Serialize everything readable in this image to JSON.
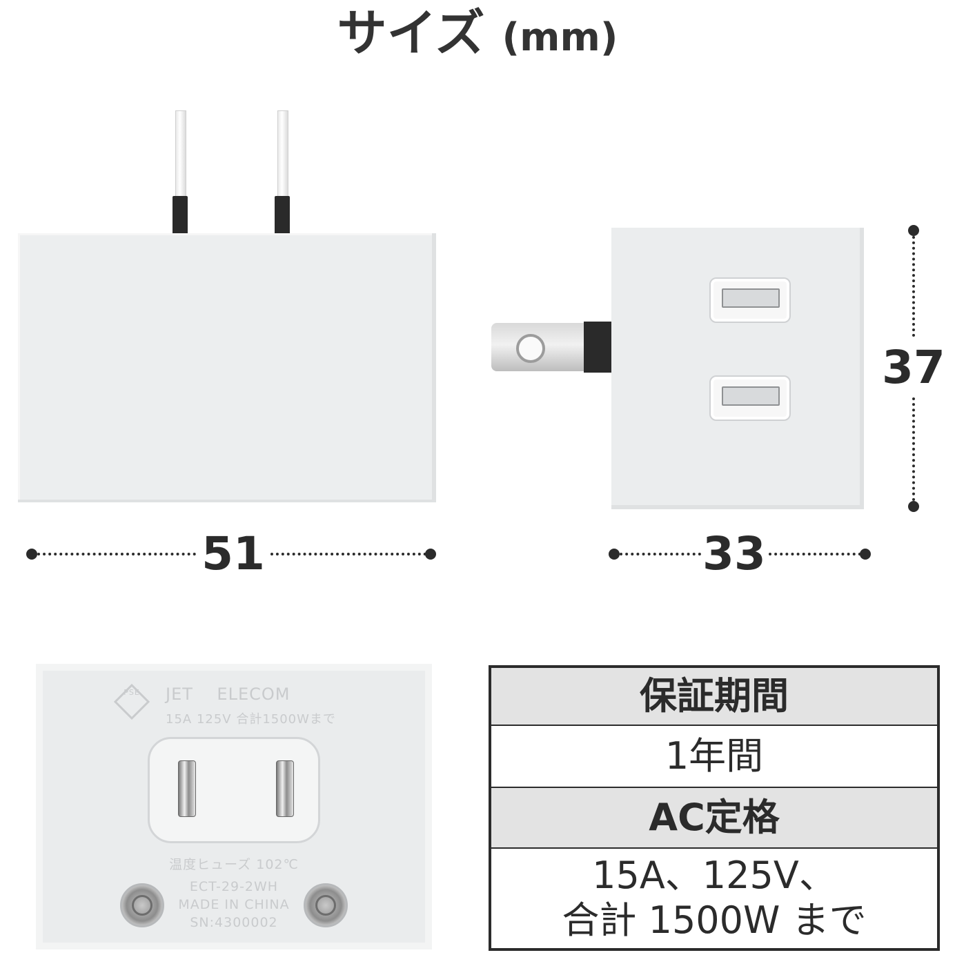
{
  "title": {
    "text": "サイズ",
    "unit": "(mm)"
  },
  "dimensions": {
    "width": "51",
    "depth": "33",
    "height": "37"
  },
  "bottom_view": {
    "jet_mark": "PSE",
    "brand_line": "JET    ELECOM",
    "rating_line": "15A 125V 合計1500Wまで",
    "fuse_line": "温度ヒューズ 102℃",
    "model": "ECT-29-2WH",
    "origin": "MADE IN CHINA",
    "serial": "SN:4300002"
  },
  "spec_table": {
    "warranty_label": "保証期間",
    "warranty_value": "1年間",
    "ac_label": "AC定格",
    "ac_value_line1": "15A、125V、",
    "ac_value_line2": "合計 1500W まで"
  },
  "colors": {
    "text": "#2b2b2b",
    "product_white": "#eceeef",
    "table_header_bg": "#e3e3e3"
  }
}
